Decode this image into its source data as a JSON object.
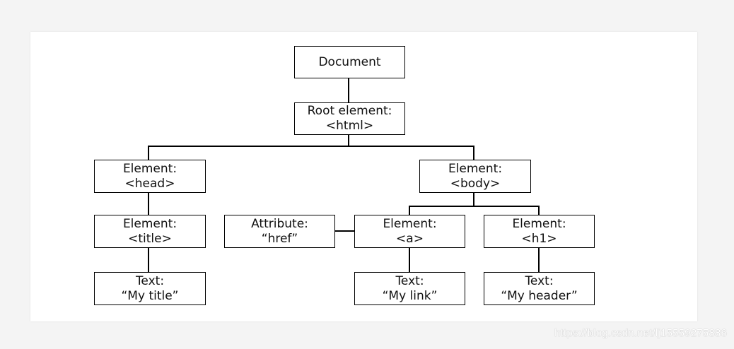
{
  "nodes": {
    "document": {
      "line1": "Document"
    },
    "root": {
      "line1": "Root element:",
      "line2": "<html>"
    },
    "head": {
      "line1": "Element:",
      "line2": "<head>"
    },
    "body": {
      "line1": "Element:",
      "line2": "<body>"
    },
    "title_el": {
      "line1": "Element:",
      "line2": "<title>"
    },
    "attribute": {
      "line1": "Attribute:",
      "line2": "“href”"
    },
    "a_el": {
      "line1": "Element:",
      "line2": "<a>"
    },
    "h1_el": {
      "line1": "Element:",
      "line2": "<h1>"
    },
    "text_title": {
      "line1": "Text:",
      "line2": "“My title”"
    },
    "text_link": {
      "line1": "Text:",
      "line2": "“My link”"
    },
    "text_header": {
      "line1": "Text:",
      "line2": "“My header”"
    }
  },
  "edges": [
    [
      "Document",
      "Root element: <html>"
    ],
    [
      "Root element: <html>",
      "Element: <head>"
    ],
    [
      "Root element: <html>",
      "Element: <body>"
    ],
    [
      "Element: <head>",
      "Element: <title>"
    ],
    [
      "Element: <title>",
      "Text: “My title”"
    ],
    [
      "Element: <body>",
      "Element: <a>"
    ],
    [
      "Element: <body>",
      "Element: <h1>"
    ],
    [
      "Element: <a>",
      "Attribute: “href”"
    ],
    [
      "Element: <a>",
      "Text: “My link”"
    ],
    [
      "Element: <h1>",
      "Text: “My header”"
    ]
  ],
  "watermark": "https://blog.csdn.net/lj15559275886"
}
